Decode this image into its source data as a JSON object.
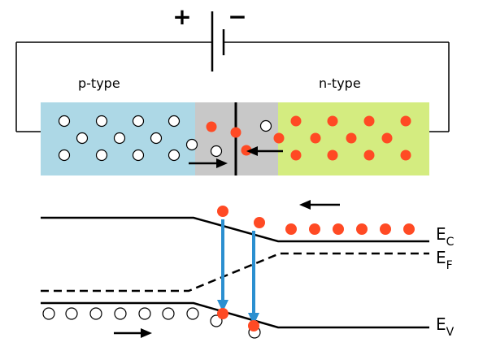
{
  "circuit": {
    "battery_plus": "+",
    "battery_minus": "−"
  },
  "labels": {
    "p_type": "p-type",
    "n_type": "n-type"
  },
  "band_diagram": {
    "ec": {
      "main": "E",
      "sub": "C"
    },
    "ef": {
      "main": "E",
      "sub": "F"
    },
    "ev": {
      "main": "E",
      "sub": "V"
    }
  },
  "colors": {
    "p_region": "#add8e6",
    "depletion": "#c8c8c8",
    "n_region": "#d4ec80",
    "electron": "#ff4a24",
    "hole_fill": "#ffffff",
    "recombination_arrow": "#2b8fd0",
    "line": "#000000"
  },
  "counts": {
    "p_holes": 11,
    "n_electrons": 12,
    "conduction_band_electrons": 6,
    "valence_band_holes": 7
  }
}
